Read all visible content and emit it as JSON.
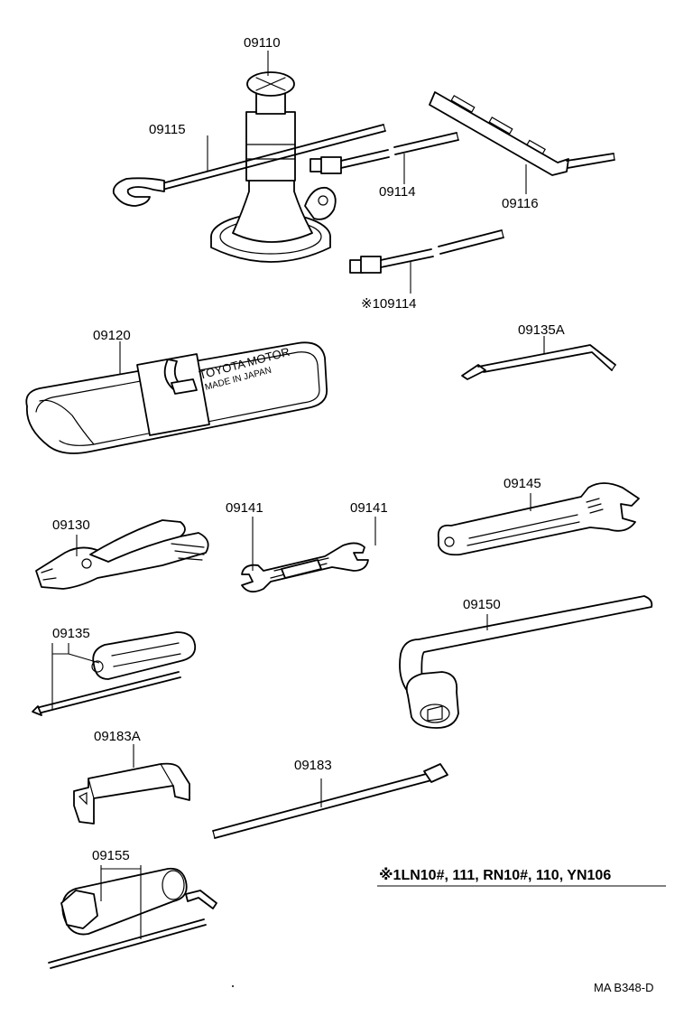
{
  "diagram": {
    "parts": [
      {
        "id": "jack",
        "label": "09110"
      },
      {
        "id": "jack-handle-hook",
        "label": "09115"
      },
      {
        "id": "jack-handle-ext",
        "label": "09114"
      },
      {
        "id": "jack-handle-ext-alt",
        "label": "※109114"
      },
      {
        "id": "handle-bar",
        "label": "09116"
      },
      {
        "id": "tool-bag",
        "label": "09120",
        "imprint_line1": "TOYOTA MOTOR",
        "imprint_line2": "MADE IN JAPAN"
      },
      {
        "id": "screwdriver-bent",
        "label": "09135A"
      },
      {
        "id": "pliers",
        "label": "09130"
      },
      {
        "id": "wrench-left",
        "label": "09141"
      },
      {
        "id": "wrench-right",
        "label": "09141"
      },
      {
        "id": "adjustable-wrench",
        "label": "09145"
      },
      {
        "id": "screwdriver-set",
        "label": "09135"
      },
      {
        "id": "lug-wrench",
        "label": "09150"
      },
      {
        "id": "bracket",
        "label": "09183A"
      },
      {
        "id": "pry-bar",
        "label": "09183"
      },
      {
        "id": "plug-wrench",
        "label": "09155"
      }
    ],
    "footnote": "※1LN10#, 111, RN10#, 110, YN106",
    "code": "MA B348-D"
  }
}
